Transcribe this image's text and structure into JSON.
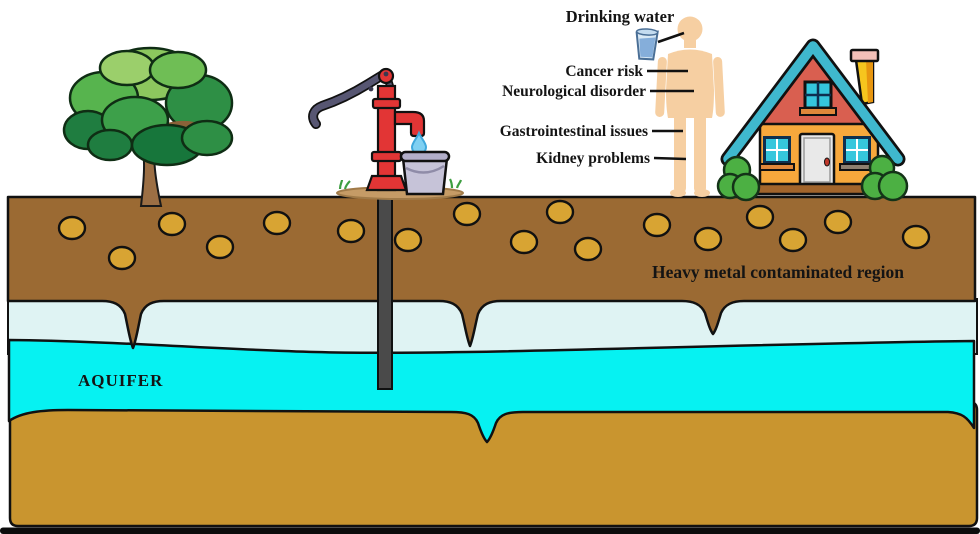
{
  "figure": {
    "person": {
      "drinking_water_label": "Drinking water",
      "cancer_label": "Cancer risk",
      "neurological_label": "Neurological disorder",
      "gastrointestinal_label": "Gastrointestinal issues",
      "kidney_label": "Kidney problems"
    },
    "underground": {
      "contaminated_region_label": "Heavy metal contaminated region",
      "aquifer_label": "AQUIFER"
    }
  },
  "colors": {
    "soil_brown": "#9B6A33",
    "contaminant_gold": "#D8A433",
    "vadose_pale_blue": "#DFF3F3",
    "aquifer_cyan": "#06F2F2",
    "bedrock_tan": "#C9952F",
    "skin_tone": "#F6CFA2",
    "pump_red": "#E23535",
    "roof_teal": "#3FB8CE",
    "wall_orange": "#F7A83C",
    "bush_green": "#4CB043",
    "outline_black": "#111111"
  }
}
